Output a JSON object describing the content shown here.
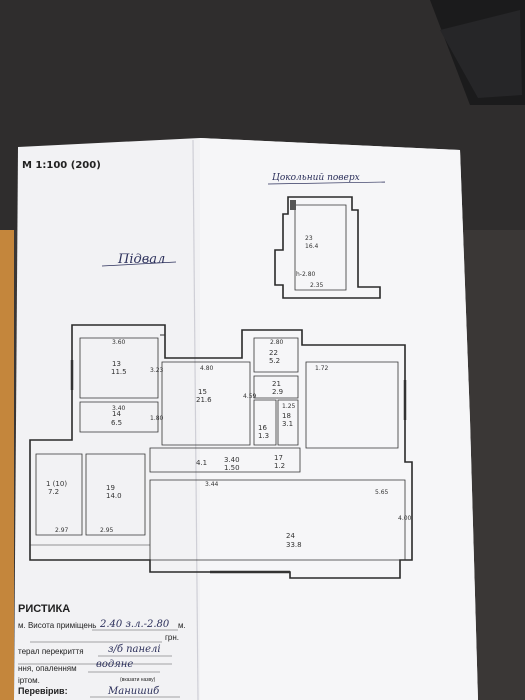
{
  "header": {
    "scale": "М 1:100 (200)",
    "ground_floor_title": "Цокольний поверх",
    "basement_title": "Підвал"
  },
  "ground_floor": {
    "room_number": "23",
    "room_area": "16.4",
    "height_label": "h-2.80",
    "width_dim": "2.35"
  },
  "rooms": [
    {
      "id": "r1",
      "number": "13",
      "area": "11.5"
    },
    {
      "id": "r2",
      "number": "14",
      "area": "6.5"
    },
    {
      "id": "r3",
      "number": "15",
      "area": "21.6"
    },
    {
      "id": "r4",
      "number": "22",
      "area": "5.2"
    },
    {
      "id": "r5",
      "number": "21",
      "area": "2.9"
    },
    {
      "id": "r6",
      "number": "18",
      "area": "3.1"
    },
    {
      "id": "r7",
      "number": "17",
      "area": "1.2"
    },
    {
      "id": "r8",
      "number": "16",
      "area": "1.3"
    },
    {
      "id": "r9",
      "number": "19",
      "area": "14.0"
    },
    {
      "id": "r10",
      "number": "1 (10)",
      "area": "7.2"
    },
    {
      "id": "r11",
      "number": "24",
      "area": "33.8"
    }
  ],
  "dimensions": [
    "3.60",
    "3.23",
    "4.80",
    "4.59",
    "2.80",
    "1.25",
    "1.72",
    "3.40",
    "1.80",
    "5.65",
    "4.00",
    "2.97",
    "2.95",
    "3.44"
  ],
  "corridor": {
    "label": "3.40",
    "sub": "1.50",
    "left": "4.1"
  },
  "form": {
    "section_title": "РИСТИКА",
    "height_row_label": "м. Висота приміщень",
    "height_row_value": "2.40  з.л.-2.80",
    "height_row_unit": "м.",
    "currency_unit": "грн.",
    "floors_row_label": "терал перекриття",
    "floors_row_value": "з/б панелі",
    "heating_row_label": "ння, опаленням",
    "heating_row_value": "водяне",
    "gas_row_label": "іртом.",
    "verified_label": "Перевірив:",
    "verified_sub": "(вказати назву)",
    "verified_value": "Манишиб"
  }
}
